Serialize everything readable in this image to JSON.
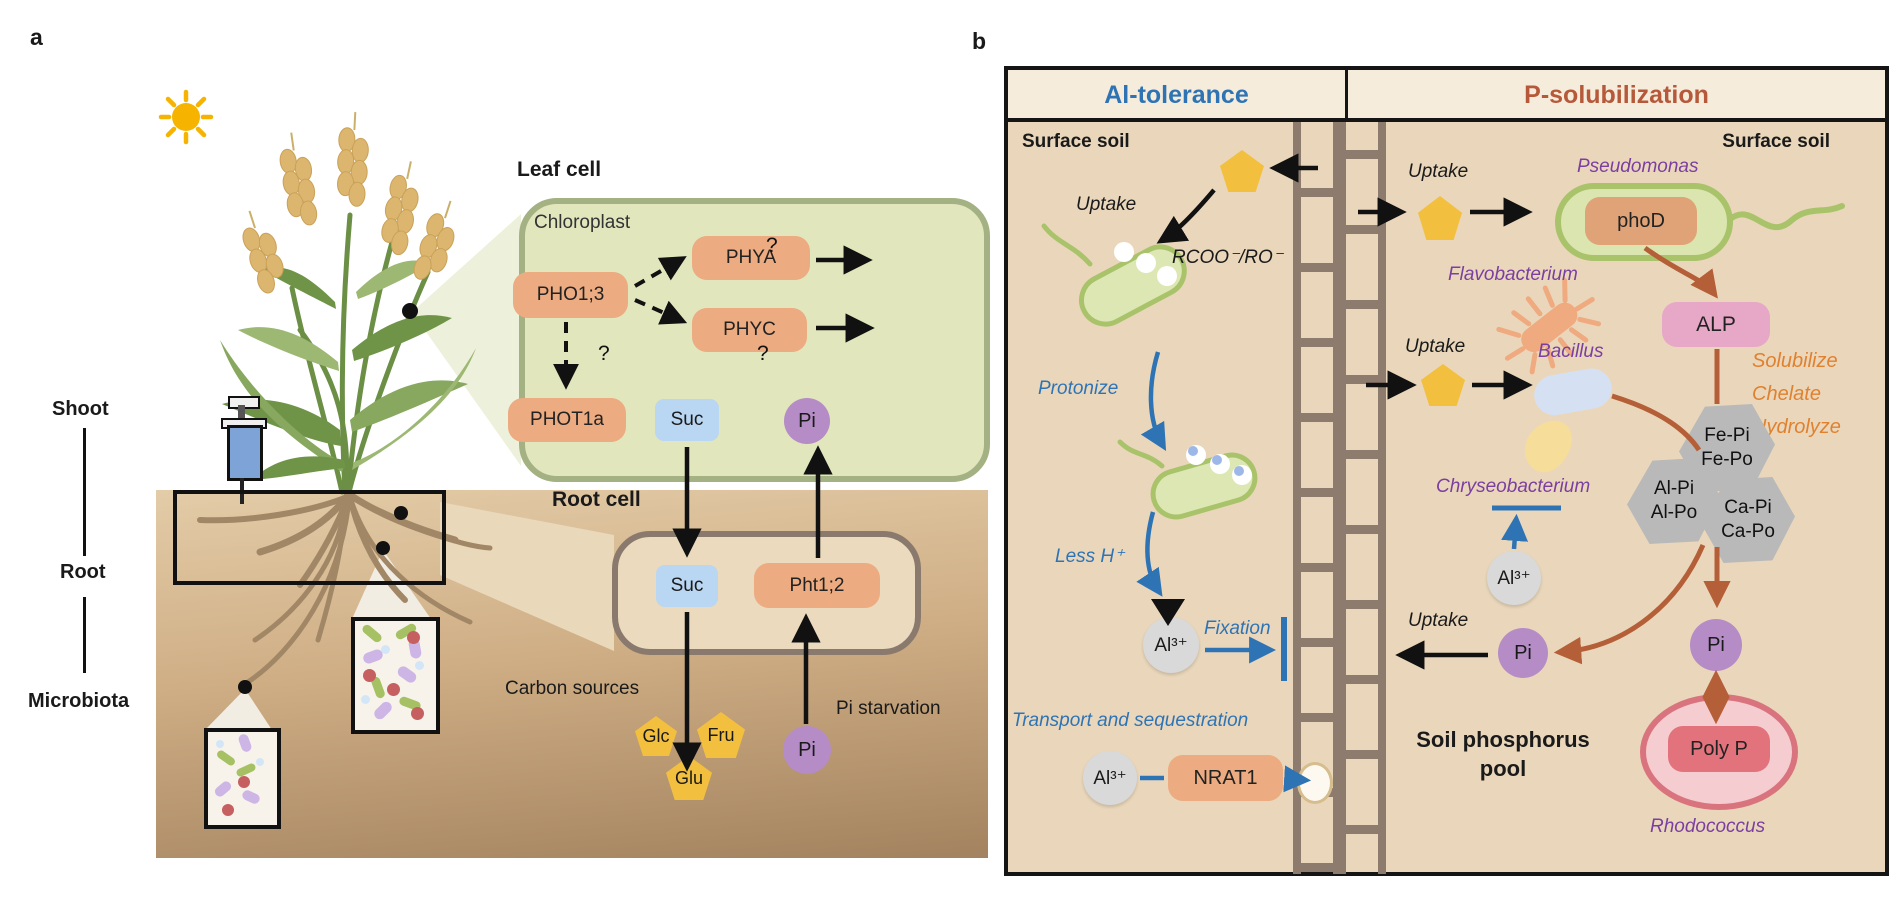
{
  "colors": {
    "al_tolerance_blue": "#2e74b5",
    "p_solubilization_rust": "#b5593a",
    "taxa_purple": "#7b3fa0",
    "action_orange": "#e0812f",
    "pill_orange": "#ecab80",
    "alp_pink": "#e7a7c7",
    "pi_purple": "#b58cc6",
    "pentagon_gold": "#f3bf3e",
    "suc_blue": "#b9d6f2",
    "bacterium_green": "#a9c36a",
    "arrow_rust": "#b55f38",
    "soil_tan": "#ead7bb"
  },
  "panel_a": {
    "label": "a",
    "shoot": "Shoot",
    "root": "Root",
    "microbiota": "Microbiota",
    "leaf": {
      "title": "Leaf cell",
      "chloroplast": "Chloroplast",
      "pho": "PHO1;3",
      "phya": "PHYA",
      "phyc": "PHYC",
      "phot": "PHOT1a",
      "suc": "Suc",
      "pi": "Pi",
      "q": "?"
    },
    "rootcell": {
      "title": "Root cell",
      "suc": "Suc",
      "pht": "Pht1;2"
    },
    "carbon": "Carbon sources",
    "glc": "Glc",
    "fru": "Fru",
    "glu": "Glu",
    "pi": "Pi",
    "pistarv": "Pi starvation"
  },
  "panel_b": {
    "label": "b",
    "h_left": "Al-tolerance",
    "h_right": "P-solubilization",
    "l": {
      "surface": "Surface soil",
      "uptake": "Uptake",
      "rcoo": "RCOO⁻/RO⁻",
      "protonize": "Protonize",
      "lessh": "Less H⁺",
      "al": "Al³⁺",
      "fixation": "Fixation",
      "transport": "Transport and sequestration",
      "al2": "Al³⁺",
      "nrat1": "NRAT1"
    },
    "r": {
      "surface": "Surface soil",
      "uptake1": "Uptake",
      "pseudomonas": "Pseudomonas",
      "phod": "phoD",
      "flavobacterium": "Flavobacterium",
      "uptake2": "Uptake",
      "bacillus": "Bacillus",
      "alp": "ALP",
      "solubilize": "Solubilize",
      "chelate": "Chelate",
      "hydrolyze": "Hydrolyze",
      "chryseobacterium": "Chryseobacterium",
      "al": "Al³⁺",
      "minerals": [
        {
          "top": "Fe-Pi",
          "bottom": "Fe-Po"
        },
        {
          "top": "Al-Pi",
          "bottom": "Al-Po"
        },
        {
          "top": "Ca-Pi",
          "bottom": "Ca-Po"
        }
      ],
      "uptake3": "Uptake",
      "pi1": "Pi",
      "pi2": "Pi",
      "pool": "Soil phosphorus pool",
      "polyp": "Poly P",
      "rhodococcus": "Rhodococcus"
    }
  }
}
